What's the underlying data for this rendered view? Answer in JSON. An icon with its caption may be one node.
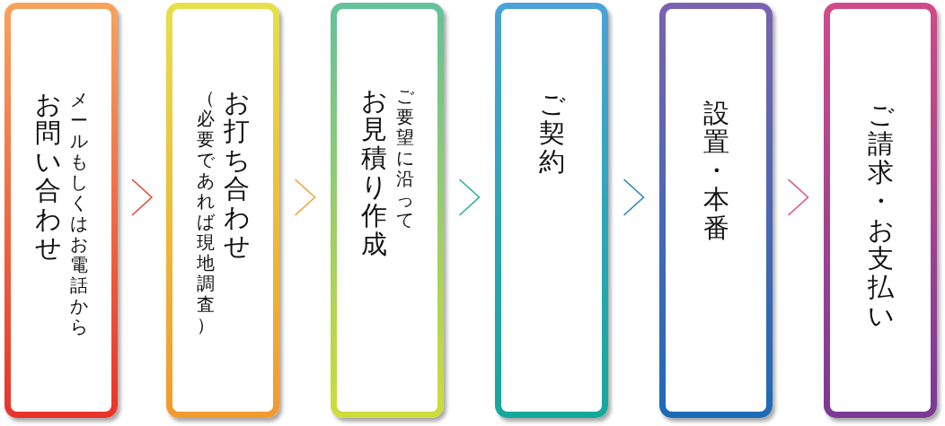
{
  "diagram": {
    "nodes": [
      {
        "text": [
          "お問い合わせ",
          "メールもしくはお電話から"
        ]
      },
      {
        "text": [
          "（必要であれば現地調査）",
          "お打ち合わせ"
        ]
      },
      {
        "text": [
          "お見積り作成",
          "ご要望に沿って"
        ]
      },
      {
        "text": [
          "ご契約"
        ]
      },
      {
        "text": [
          "設置・本番"
        ]
      },
      {
        "text": [
          "ご請求・お支払い"
        ]
      }
    ],
    "edges": [
      {
        "from": 0,
        "to": 1,
        "arrow": "to",
        "color": "#e8382e"
      },
      {
        "from": 1,
        "to": 2,
        "arrow": "to",
        "color": "#f29a2e"
      },
      {
        "from": 2,
        "to": 3,
        "arrow": "to",
        "color": "#1aa89c"
      },
      {
        "from": 3,
        "to": 4,
        "arrow": "to",
        "color": "#1f78c1"
      },
      {
        "from": 4,
        "to": 5,
        "arrow": "to",
        "color": "#e0457a"
      }
    ]
  }
}
